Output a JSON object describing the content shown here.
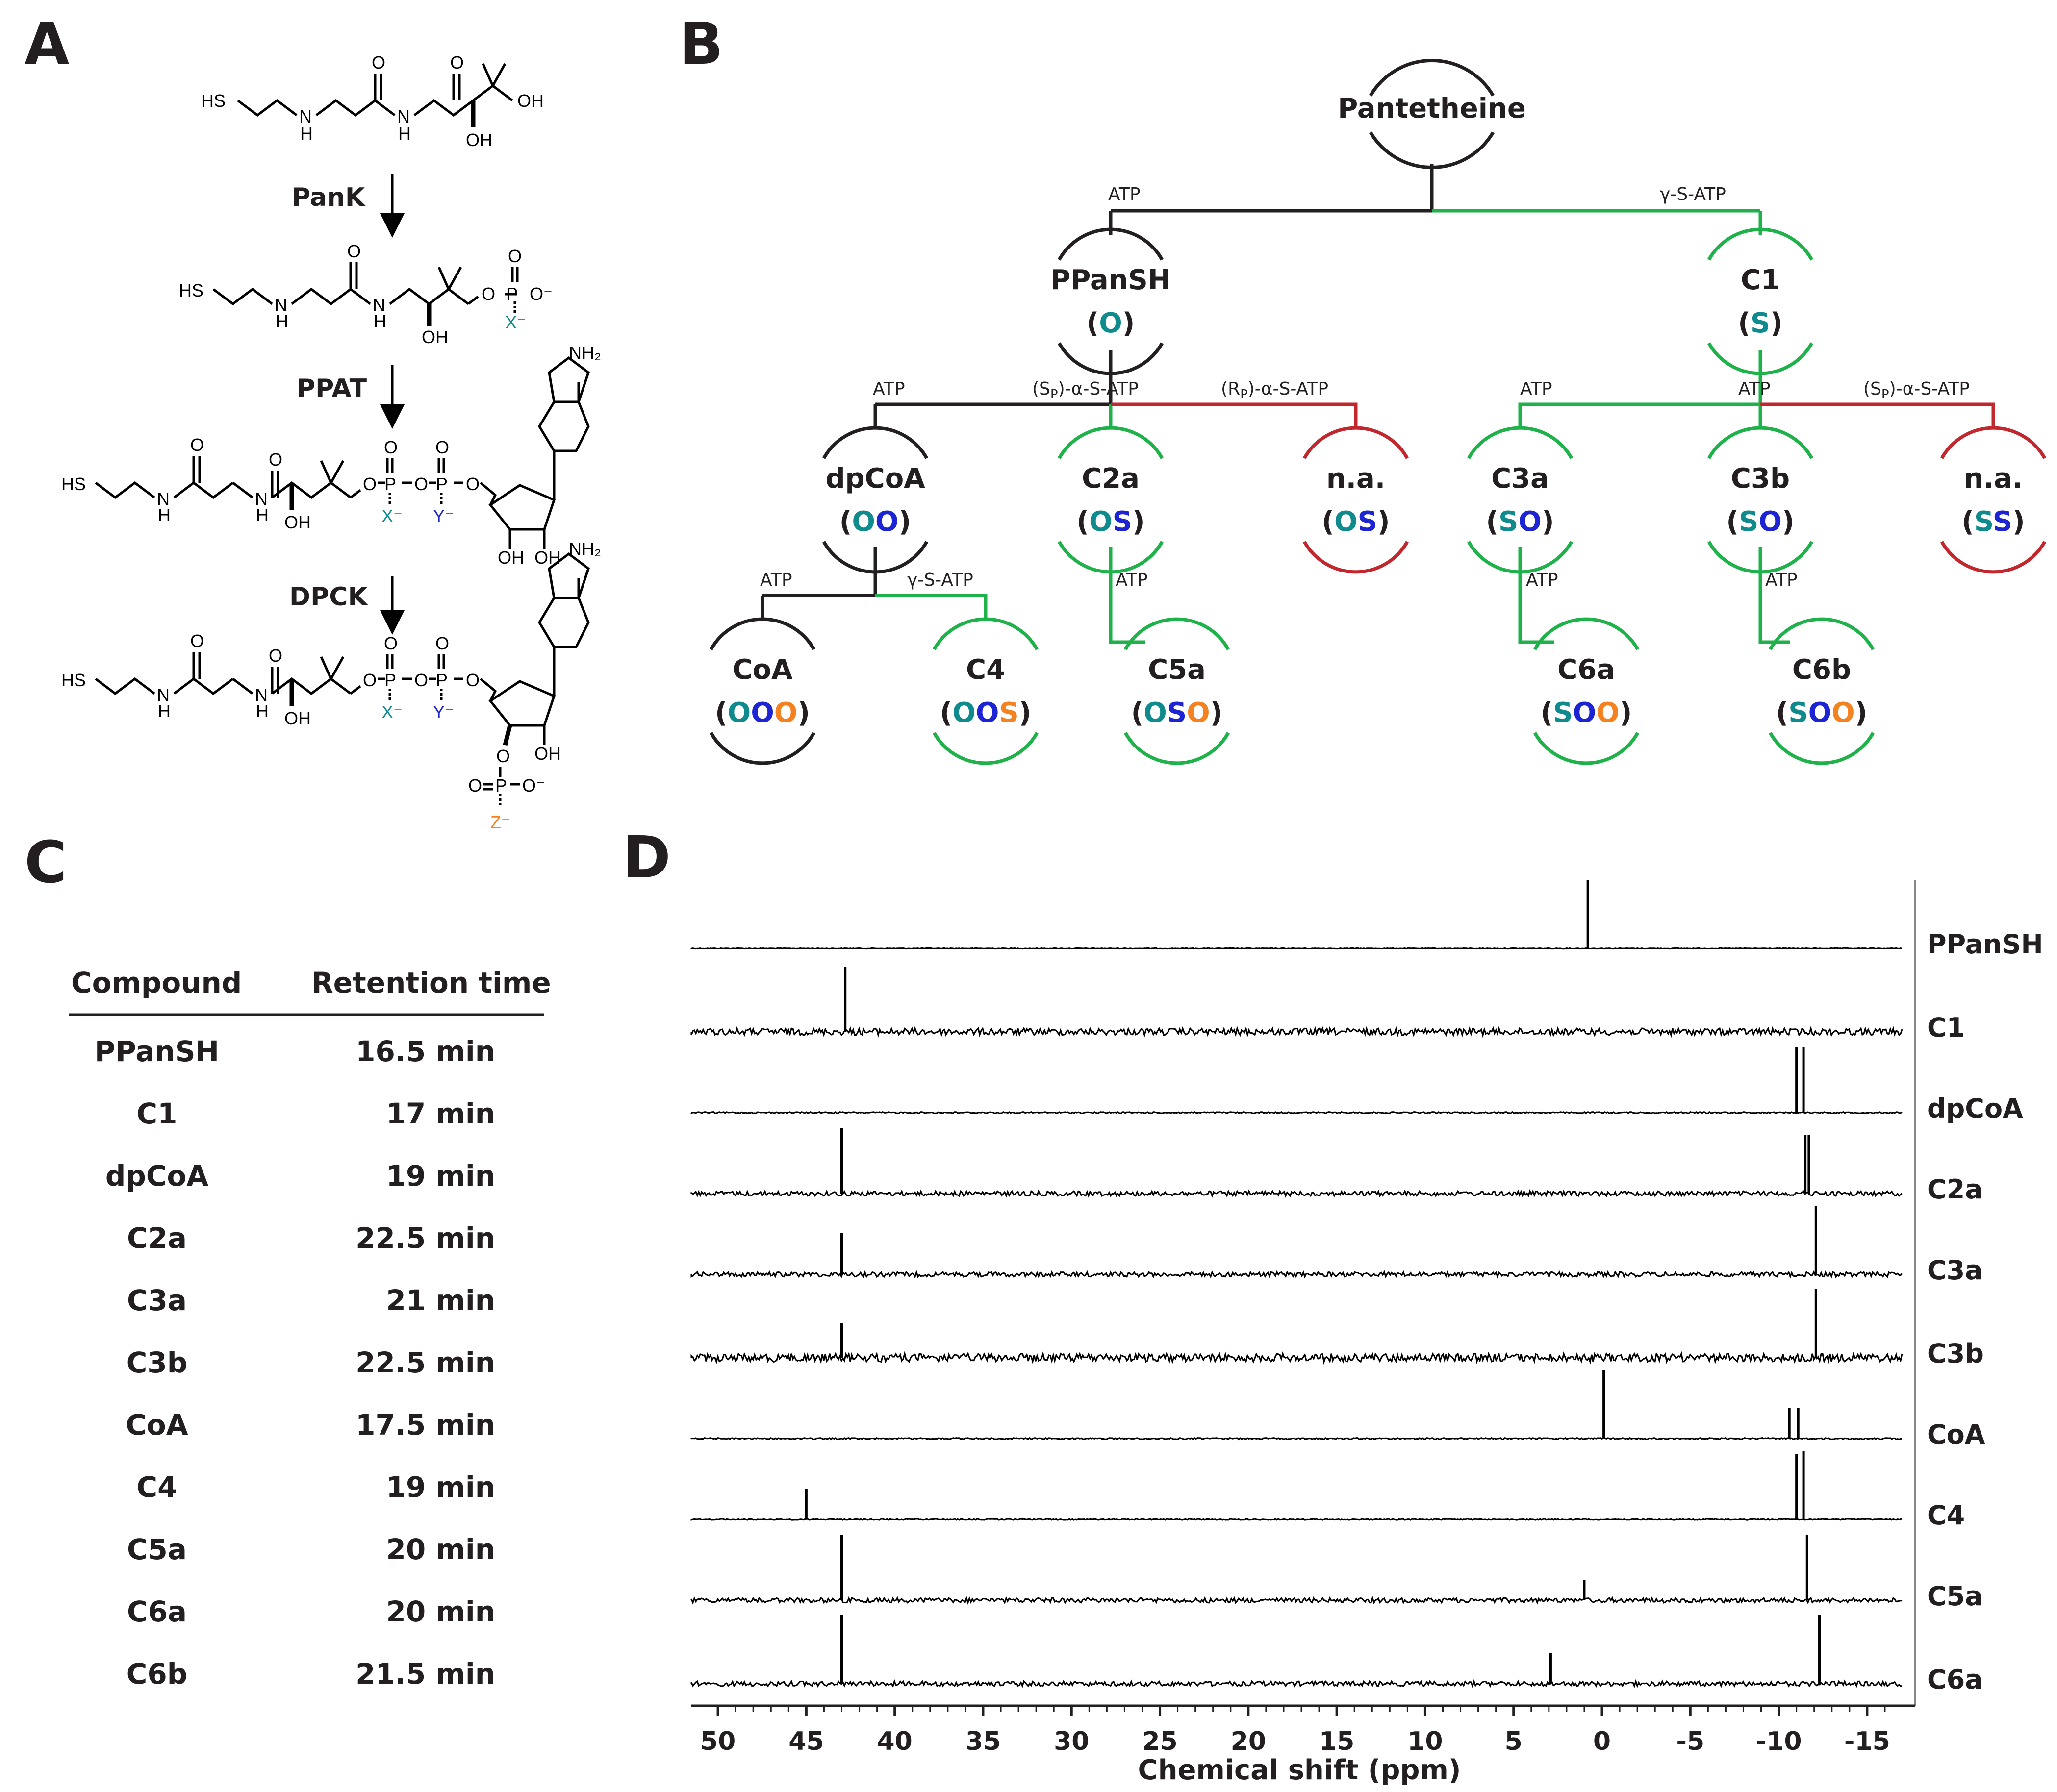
{
  "panels": {
    "a": "A",
    "b": "B",
    "c": "C",
    "d": "D"
  },
  "colors": {
    "dark": "#231f20",
    "green": "#1fb24b",
    "red": "#c1272d",
    "teal": "#0f8b8d",
    "blue": "#1c24d4",
    "orange": "#f58220"
  },
  "panel_a": {
    "enzymes": [
      "PanK",
      "PPAT",
      "DPCK"
    ],
    "atoms": {
      "hs": "HS",
      "n": "N",
      "h": "H",
      "o": "O",
      "oh": "OH",
      "p": "P",
      "o_minus": "O⁻",
      "nh2": "NH₂",
      "x": "X⁻",
      "y": "Y⁻",
      "z": "Z⁻"
    }
  },
  "panel_b": {
    "root": "Pantetheine",
    "nodes": [
      {
        "id": "ppansh",
        "label": "PPanSH",
        "code": "O"
      },
      {
        "id": "c1",
        "label": "C1",
        "code": "S"
      },
      {
        "id": "dpcoa",
        "label": "dpCoA",
        "code": "OO"
      },
      {
        "id": "c2a",
        "label": "C2a",
        "code": "OS"
      },
      {
        "id": "na1",
        "label": "n.a.",
        "code": "OS"
      },
      {
        "id": "c3a",
        "label": "C3a",
        "code": "SO"
      },
      {
        "id": "c3b",
        "label": "C3b",
        "code": "SO"
      },
      {
        "id": "na2",
        "label": "n.a.",
        "code": "SS"
      },
      {
        "id": "coa",
        "label": "CoA",
        "code": "OOO"
      },
      {
        "id": "c4",
        "label": "C4",
        "code": "OOS"
      },
      {
        "id": "c5a",
        "label": "C5a",
        "code": "OSO"
      },
      {
        "id": "c6a",
        "label": "C6a",
        "code": "SOO"
      },
      {
        "id": "c6b",
        "label": "C6b",
        "code": "SOO"
      }
    ],
    "edge_labels": {
      "atp": "ATP",
      "gamma": "γ-S-ATP",
      "sp_pre": "(S",
      "sp_sub": "P",
      "sp_post": ")-α-S-ATP",
      "rp_pre": "(R",
      "rp_sub": "P",
      "rp_post": ")-α-S-ATP"
    },
    "paren_open": "(",
    "paren_close": ")"
  },
  "panel_c": {
    "headers": [
      "Compound",
      "Retention time"
    ],
    "rows": [
      [
        "PPanSH",
        "16.5 min"
      ],
      [
        "C1",
        "17 min"
      ],
      [
        "dpCoA",
        "19 min"
      ],
      [
        "C2a",
        "22.5 min"
      ],
      [
        "C3a",
        "21 min"
      ],
      [
        "C3b",
        "22.5 min"
      ],
      [
        "CoA",
        "17.5 min"
      ],
      [
        "C4",
        "19 min"
      ],
      [
        "C5a",
        "20 min"
      ],
      [
        "C6a",
        "20 min"
      ],
      [
        "C6b",
        "21.5 min"
      ]
    ]
  },
  "chart_data": {
    "type": "line",
    "title": "",
    "xlabel": "Chemical shift (ppm)",
    "ylabel": "",
    "xlim": [
      51.5,
      -17
    ],
    "x_reversed": true,
    "xticks": [
      50,
      45,
      40,
      35,
      30,
      25,
      20,
      15,
      10,
      5,
      0,
      -5,
      -10,
      -15
    ],
    "series": [
      {
        "name": "PPanSH",
        "peaks": [
          {
            "x": 0.8,
            "h": 1.0
          }
        ],
        "noise": 0.005
      },
      {
        "name": "C1",
        "peaks": [
          {
            "x": 42.8,
            "h": 0.95
          }
        ],
        "noise": 0.05
      },
      {
        "name": "dpCoA",
        "peaks": [
          {
            "x": -11.0,
            "h": 0.95
          },
          {
            "x": -11.4,
            "h": 0.95
          }
        ],
        "noise": 0.01
      },
      {
        "name": "C2a",
        "peaks": [
          {
            "x": 43.0,
            "h": 0.95
          },
          {
            "x": -11.5,
            "h": 0.85
          },
          {
            "x": -11.7,
            "h": 0.85
          }
        ],
        "noise": 0.035
      },
      {
        "name": "C3a",
        "peaks": [
          {
            "x": 43.0,
            "h": 0.6
          },
          {
            "x": -12.1,
            "h": 1.0
          }
        ],
        "noise": 0.035
      },
      {
        "name": "C3b",
        "peaks": [
          {
            "x": 43.0,
            "h": 0.5
          },
          {
            "x": -12.1,
            "h": 1.0
          }
        ],
        "noise": 0.06
      },
      {
        "name": "CoA",
        "peaks": [
          {
            "x": -0.1,
            "h": 1.0
          },
          {
            "x": -10.6,
            "h": 0.45
          },
          {
            "x": -11.1,
            "h": 0.45
          }
        ],
        "noise": 0.01
      },
      {
        "name": "C4",
        "peaks": [
          {
            "x": 45.0,
            "h": 0.45
          },
          {
            "x": -11.0,
            "h": 0.95
          },
          {
            "x": -11.4,
            "h": 1.0
          }
        ],
        "noise": 0.008
      },
      {
        "name": "C5a",
        "peaks": [
          {
            "x": 43.0,
            "h": 0.95
          },
          {
            "x": 1.0,
            "h": 0.3
          },
          {
            "x": -11.6,
            "h": 0.95
          }
        ],
        "noise": 0.035
      },
      {
        "name": "C6a",
        "peaks": [
          {
            "x": 43.0,
            "h": 1.0
          },
          {
            "x": 2.9,
            "h": 0.45
          },
          {
            "x": -12.3,
            "h": 1.0
          }
        ],
        "noise": 0.035
      }
    ]
  }
}
